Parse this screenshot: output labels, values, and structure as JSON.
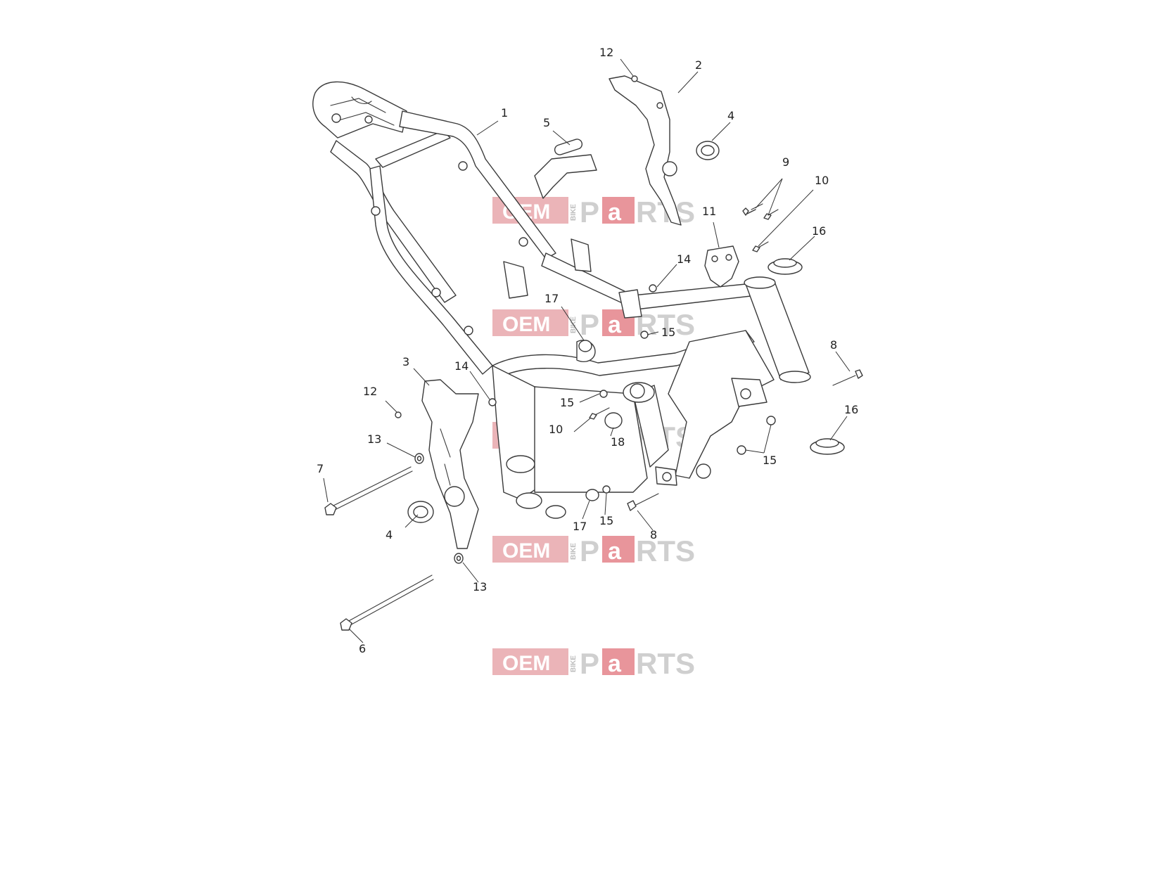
{
  "watermark": {
    "oem": "OEM",
    "bike": "BIKE",
    "p": "P",
    "a": "a",
    "rts": "RTS",
    "accent": "#e58a90",
    "count": 5
  },
  "callouts": [
    {
      "id": "c1",
      "label": "1"
    },
    {
      "id": "c2",
      "label": "2"
    },
    {
      "id": "c3",
      "label": "3"
    },
    {
      "id": "c4a",
      "label": "4"
    },
    {
      "id": "c4b",
      "label": "4"
    },
    {
      "id": "c5",
      "label": "5"
    },
    {
      "id": "c6",
      "label": "6"
    },
    {
      "id": "c7",
      "label": "7"
    },
    {
      "id": "c8a",
      "label": "8"
    },
    {
      "id": "c8b",
      "label": "8"
    },
    {
      "id": "c9",
      "label": "9"
    },
    {
      "id": "c10a",
      "label": "10"
    },
    {
      "id": "c10b",
      "label": "10"
    },
    {
      "id": "c11",
      "label": "11"
    },
    {
      "id": "c12a",
      "label": "12"
    },
    {
      "id": "c12b",
      "label": "12"
    },
    {
      "id": "c13a",
      "label": "13"
    },
    {
      "id": "c13b",
      "label": "13"
    },
    {
      "id": "c14a",
      "label": "14"
    },
    {
      "id": "c14b",
      "label": "14"
    },
    {
      "id": "c15a",
      "label": "15"
    },
    {
      "id": "c15b",
      "label": "15"
    },
    {
      "id": "c15c",
      "label": "15"
    },
    {
      "id": "c15d",
      "label": "15"
    },
    {
      "id": "c16a",
      "label": "16"
    },
    {
      "id": "c16b",
      "label": "16"
    },
    {
      "id": "c17a",
      "label": "17"
    },
    {
      "id": "c17b",
      "label": "17"
    },
    {
      "id": "c18",
      "label": "18"
    }
  ]
}
